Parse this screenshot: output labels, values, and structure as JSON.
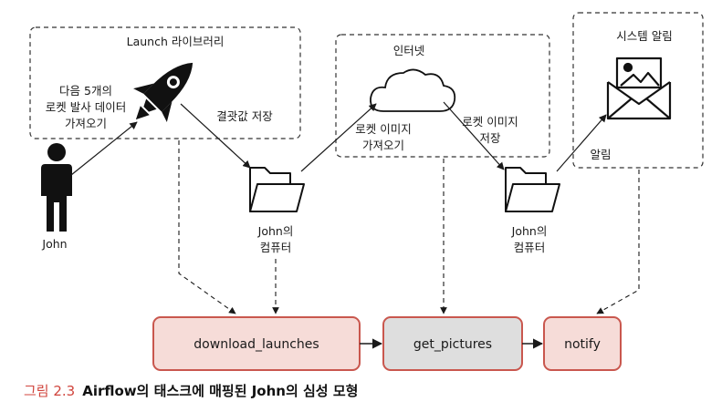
{
  "groups": {
    "launch_library": "Launch 라이브러리",
    "internet": "인터넷",
    "system_alarm": "시스템 알림"
  },
  "actors": {
    "john": "John"
  },
  "computer_label": [
    "John의",
    "컴퓨터"
  ],
  "edge_labels": {
    "fetch_launch_data": [
      "다음 5개의",
      "로켓 발사 데이터",
      "가져오기"
    ],
    "save_result": "결괏값 저장",
    "fetch_images": [
      "로켓 이미지",
      "가져오기"
    ],
    "save_images": [
      "로켓 이미지",
      "저장"
    ],
    "notify": "알림"
  },
  "tasks": [
    {
      "id": "download_launches",
      "label": "download_launches",
      "fill": "#f6dcd8",
      "stroke": "#c9574e"
    },
    {
      "id": "get_pictures",
      "label": "get_pictures",
      "fill": "#dedede",
      "stroke": "#c9574e"
    },
    {
      "id": "notify",
      "label": "notify",
      "fill": "#f6dcd8",
      "stroke": "#c9574e"
    }
  ],
  "caption": {
    "number": "그림 2.3",
    "text": "Airflow의 태스크에 매핑된 John의 심성 모형"
  },
  "colors": {
    "accent": "#d0443c",
    "task_stroke": "#c9574e"
  },
  "icons": [
    "person-icon",
    "rocket-icon",
    "folder-icon",
    "cloud-icon",
    "email-image-icon"
  ]
}
